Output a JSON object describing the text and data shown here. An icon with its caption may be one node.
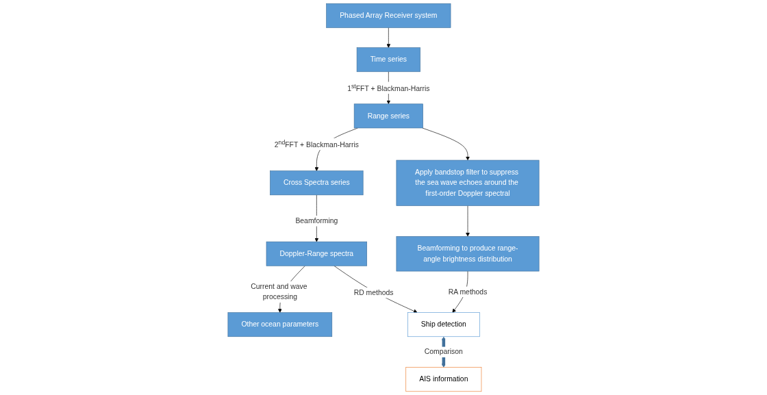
{
  "diagram": {
    "nodes": [
      {
        "text": [
          "Phased Array Receiver system"
        ]
      },
      {
        "text": [
          "Time series"
        ]
      },
      {
        "text": [
          "Range series"
        ]
      },
      {
        "text": [
          "Cross Spectra series"
        ]
      },
      {
        "text": [
          "Doppler-Range spectra"
        ]
      },
      {
        "text": [
          "Other ocean parameters"
        ]
      },
      {
        "text": [
          "Apply bandstop filter to suppress the sea wave echoes around the first-order Doppler spectral"
        ]
      },
      {
        "text": [
          "Beamforming to produce range-angle brightness distribution"
        ]
      },
      {
        "text": [
          "Ship detection"
        ]
      },
      {
        "text": [
          "AIS information"
        ]
      }
    ],
    "edges": [
      {
        "from": 0,
        "to": 1,
        "arrow": "to"
      },
      {
        "from": 1,
        "to": 2,
        "arrow": "to",
        "label": "1$^{st}$FFT + Blackman-Harris"
      },
      {
        "from": 2,
        "to": 3,
        "arrow": "to",
        "label": "2$^{nd}$FFT + Blackman-Harris"
      },
      {
        "from": 3,
        "to": 4,
        "arrow": "to",
        "label": "Beamforming"
      },
      {
        "from": 4,
        "to": 5,
        "arrow": "to",
        "label": "Current and wave processing"
      },
      {
        "from": 2,
        "to": 6,
        "arrow": "to"
      },
      {
        "from": 6,
        "to": 7,
        "arrow": "to"
      },
      {
        "from": 7,
        "to": 8,
        "arrow": "to",
        "label": "RA methods"
      },
      {
        "from": 4,
        "to": 8,
        "arrow": "to",
        "label": "RD methods"
      },
      {
        "from": 8,
        "to": 9,
        "arrow": "both",
        "label": "Comparison",
        "style": "thick",
        "color": "#41719c"
      }
    ]
  }
}
